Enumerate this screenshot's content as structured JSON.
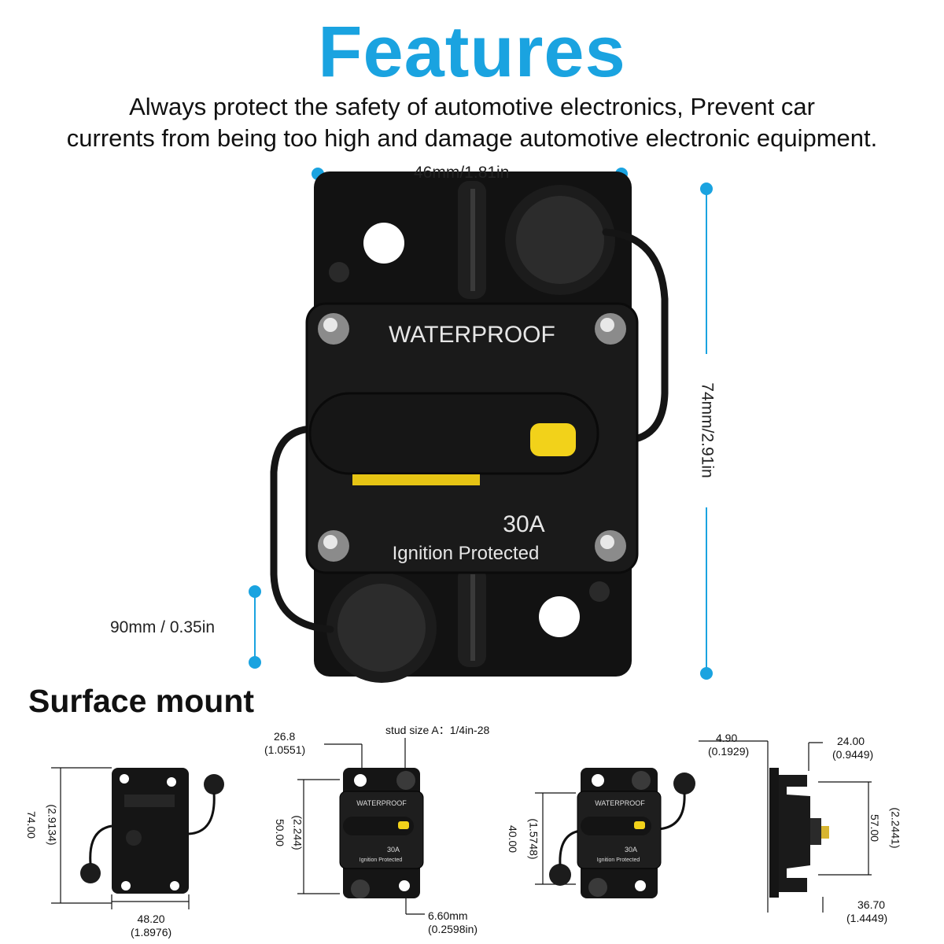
{
  "header": {
    "title": "Features",
    "subtitle_line1": "Always protect the safety of automotive electronics, Prevent car",
    "subtitle_line2": "currents from being too high and damage automotive electronic equipment."
  },
  "product": {
    "width_label": "46mm/1.81in",
    "height_label": "74mm/2.91in",
    "stud_label": "90mm / 0.35in",
    "label_waterproof": "WATERPROOF",
    "label_rating": "30A",
    "label_ignition": "Ignition Protected",
    "accent_color": "#1aa3e0",
    "button_color": "#f2d21a"
  },
  "surface": {
    "heading": "Surface mount",
    "fig1": {
      "height": "74.00",
      "height_in": "(2.9134)",
      "width": "48.20",
      "width_in": "(1.8976)"
    },
    "fig2": {
      "top_dim": "26.8",
      "top_dim_in": "(1.0551)",
      "stud": "stud size A：1/4in-28",
      "height": "50.00",
      "height_in": "(2.244)",
      "hole": "6.60mm",
      "hole_in": "(0.2598in)",
      "label_waterproof": "WATERPROOF",
      "label_rating": "30A",
      "label_ignition": "Ignition Protected"
    },
    "fig3": {
      "height": "40.00",
      "height_in": "(1.5748)",
      "label_waterproof": "WATERPROOF",
      "label_rating": "30A",
      "label_ignition": "Ignition Protected"
    },
    "fig4": {
      "dim_a": "4.90",
      "dim_a_in": "(0.1929)",
      "dim_b": "24.00",
      "dim_b_in": "(0.9449)",
      "dim_c": "57.00",
      "dim_c_in": "(2.2441)",
      "dim_d": "36.70",
      "dim_d_in": "(1.4449)"
    }
  }
}
